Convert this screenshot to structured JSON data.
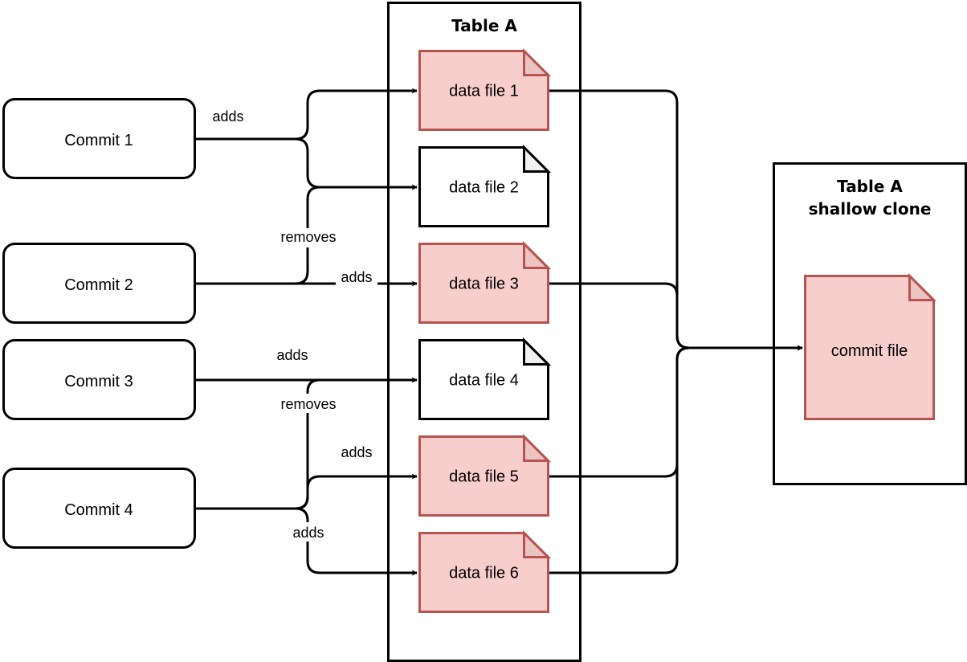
{
  "colors": {
    "stroke": "#000000",
    "highlight_fill": "#f8cecc",
    "highlight_stroke": "#b85450",
    "highlight_fold": "#ebc3c1",
    "plain_fill": "#ffffff",
    "plain_fold": "#f0f0f0"
  },
  "commits": [
    {
      "id": "c1",
      "label": "Commit 1"
    },
    {
      "id": "c2",
      "label": "Commit 2"
    },
    {
      "id": "c3",
      "label": "Commit 3"
    },
    {
      "id": "c4",
      "label": "Commit 4"
    }
  ],
  "table": {
    "title": "Table A",
    "files": [
      {
        "id": "f1",
        "label": "data file 1",
        "highlighted": true
      },
      {
        "id": "f2",
        "label": "data file 2",
        "highlighted": false
      },
      {
        "id": "f3",
        "label": "data file 3",
        "highlighted": true
      },
      {
        "id": "f4",
        "label": "data file 4",
        "highlighted": false
      },
      {
        "id": "f5",
        "label": "data file 5",
        "highlighted": true
      },
      {
        "id": "f6",
        "label": "data file 6",
        "highlighted": true
      }
    ]
  },
  "clone": {
    "title_line1": "Table A",
    "title_line2": "shallow clone",
    "commit_file": {
      "label": "commit file",
      "highlighted": true
    }
  },
  "edges": [
    {
      "from": "c1",
      "to": "f1",
      "label": "adds"
    },
    {
      "from": "c1",
      "to": "f2",
      "label": ""
    },
    {
      "from": "c2",
      "to": "f2",
      "label": "removes"
    },
    {
      "from": "c2",
      "to": "f3",
      "label": "adds"
    },
    {
      "from": "c3",
      "to": "f4",
      "label": "adds"
    },
    {
      "from": "c4",
      "to": "f4",
      "label": "removes"
    },
    {
      "from": "c4",
      "to": "f5",
      "label": "adds"
    },
    {
      "from": "c4",
      "to": "f6",
      "label": "adds"
    },
    {
      "from": "f1",
      "to": "commit_file",
      "label": ""
    },
    {
      "from": "f3",
      "to": "commit_file",
      "label": ""
    },
    {
      "from": "f5",
      "to": "commit_file",
      "label": ""
    },
    {
      "from": "f6",
      "to": "commit_file",
      "label": ""
    }
  ]
}
